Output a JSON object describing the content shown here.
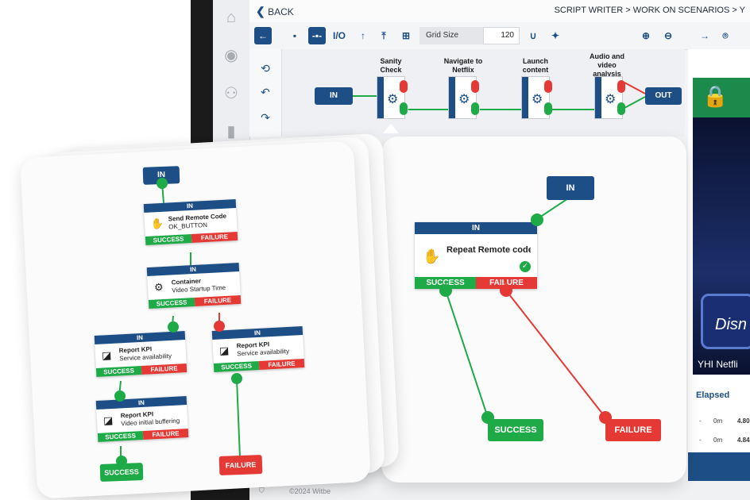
{
  "topbar": {
    "back_label": "BACK",
    "breadcrumb": "SCRIPT WRITER > WORK ON SCENARIOS > Y"
  },
  "toolbar": {
    "io_label": "I/O",
    "grid_size_label": "Grid Size",
    "grid_size_value": "120"
  },
  "flow": {
    "in_label": "IN",
    "out_label": "OUT",
    "steps": [
      {
        "label": "Sanity Check"
      },
      {
        "label": "Navigate to Netflix"
      },
      {
        "label": "Launch content"
      },
      {
        "label": "Audio and video analysis"
      }
    ]
  },
  "left_card": {
    "in_label": "IN",
    "blocks": [
      {
        "header": "IN",
        "title": "Send Remote Code",
        "subtitle": "OK_BUTTON",
        "success": "SUCCESS",
        "failure": "FAILURE"
      },
      {
        "header": "IN",
        "title": "Container",
        "subtitle": "Video Startup Time",
        "success": "SUCCESS",
        "failure": "FAILURE"
      },
      {
        "header": "IN",
        "title": "Report KPI",
        "subtitle": "Service availability",
        "success": "SUCCESS",
        "failure": "FAILURE"
      },
      {
        "header": "IN",
        "title": "Report KPI",
        "subtitle": "Service availability",
        "success": "SUCCESS",
        "failure": "FAILURE"
      },
      {
        "header": "IN",
        "title": "Report KPI",
        "subtitle": "Video initial buffering",
        "success": "SUCCESS",
        "failure": "FAILURE"
      }
    ],
    "success_label": "SUCCESS",
    "failure_label": "FAILURE"
  },
  "right_card": {
    "in_label": "IN",
    "block": {
      "header": "IN",
      "title": "Repeat Remote code",
      "success": "SUCCESS",
      "failure": "FAILURE"
    },
    "success_label": "SUCCESS",
    "failure_label": "FAILURE"
  },
  "right_panel": {
    "brand_text": "Disn",
    "title": "YHI Netfli",
    "elapsed_label": "Elapsed",
    "rows": [
      {
        "dash": "-",
        "time": "0m",
        "value": "4.80"
      },
      {
        "dash": "-",
        "time": "0m",
        "value": "4.84"
      }
    ]
  },
  "footer": {
    "copyright": "©2024 Witbe"
  },
  "colors": {
    "brand": "#1d4f86",
    "success": "#1faa48",
    "failure": "#e53935"
  }
}
